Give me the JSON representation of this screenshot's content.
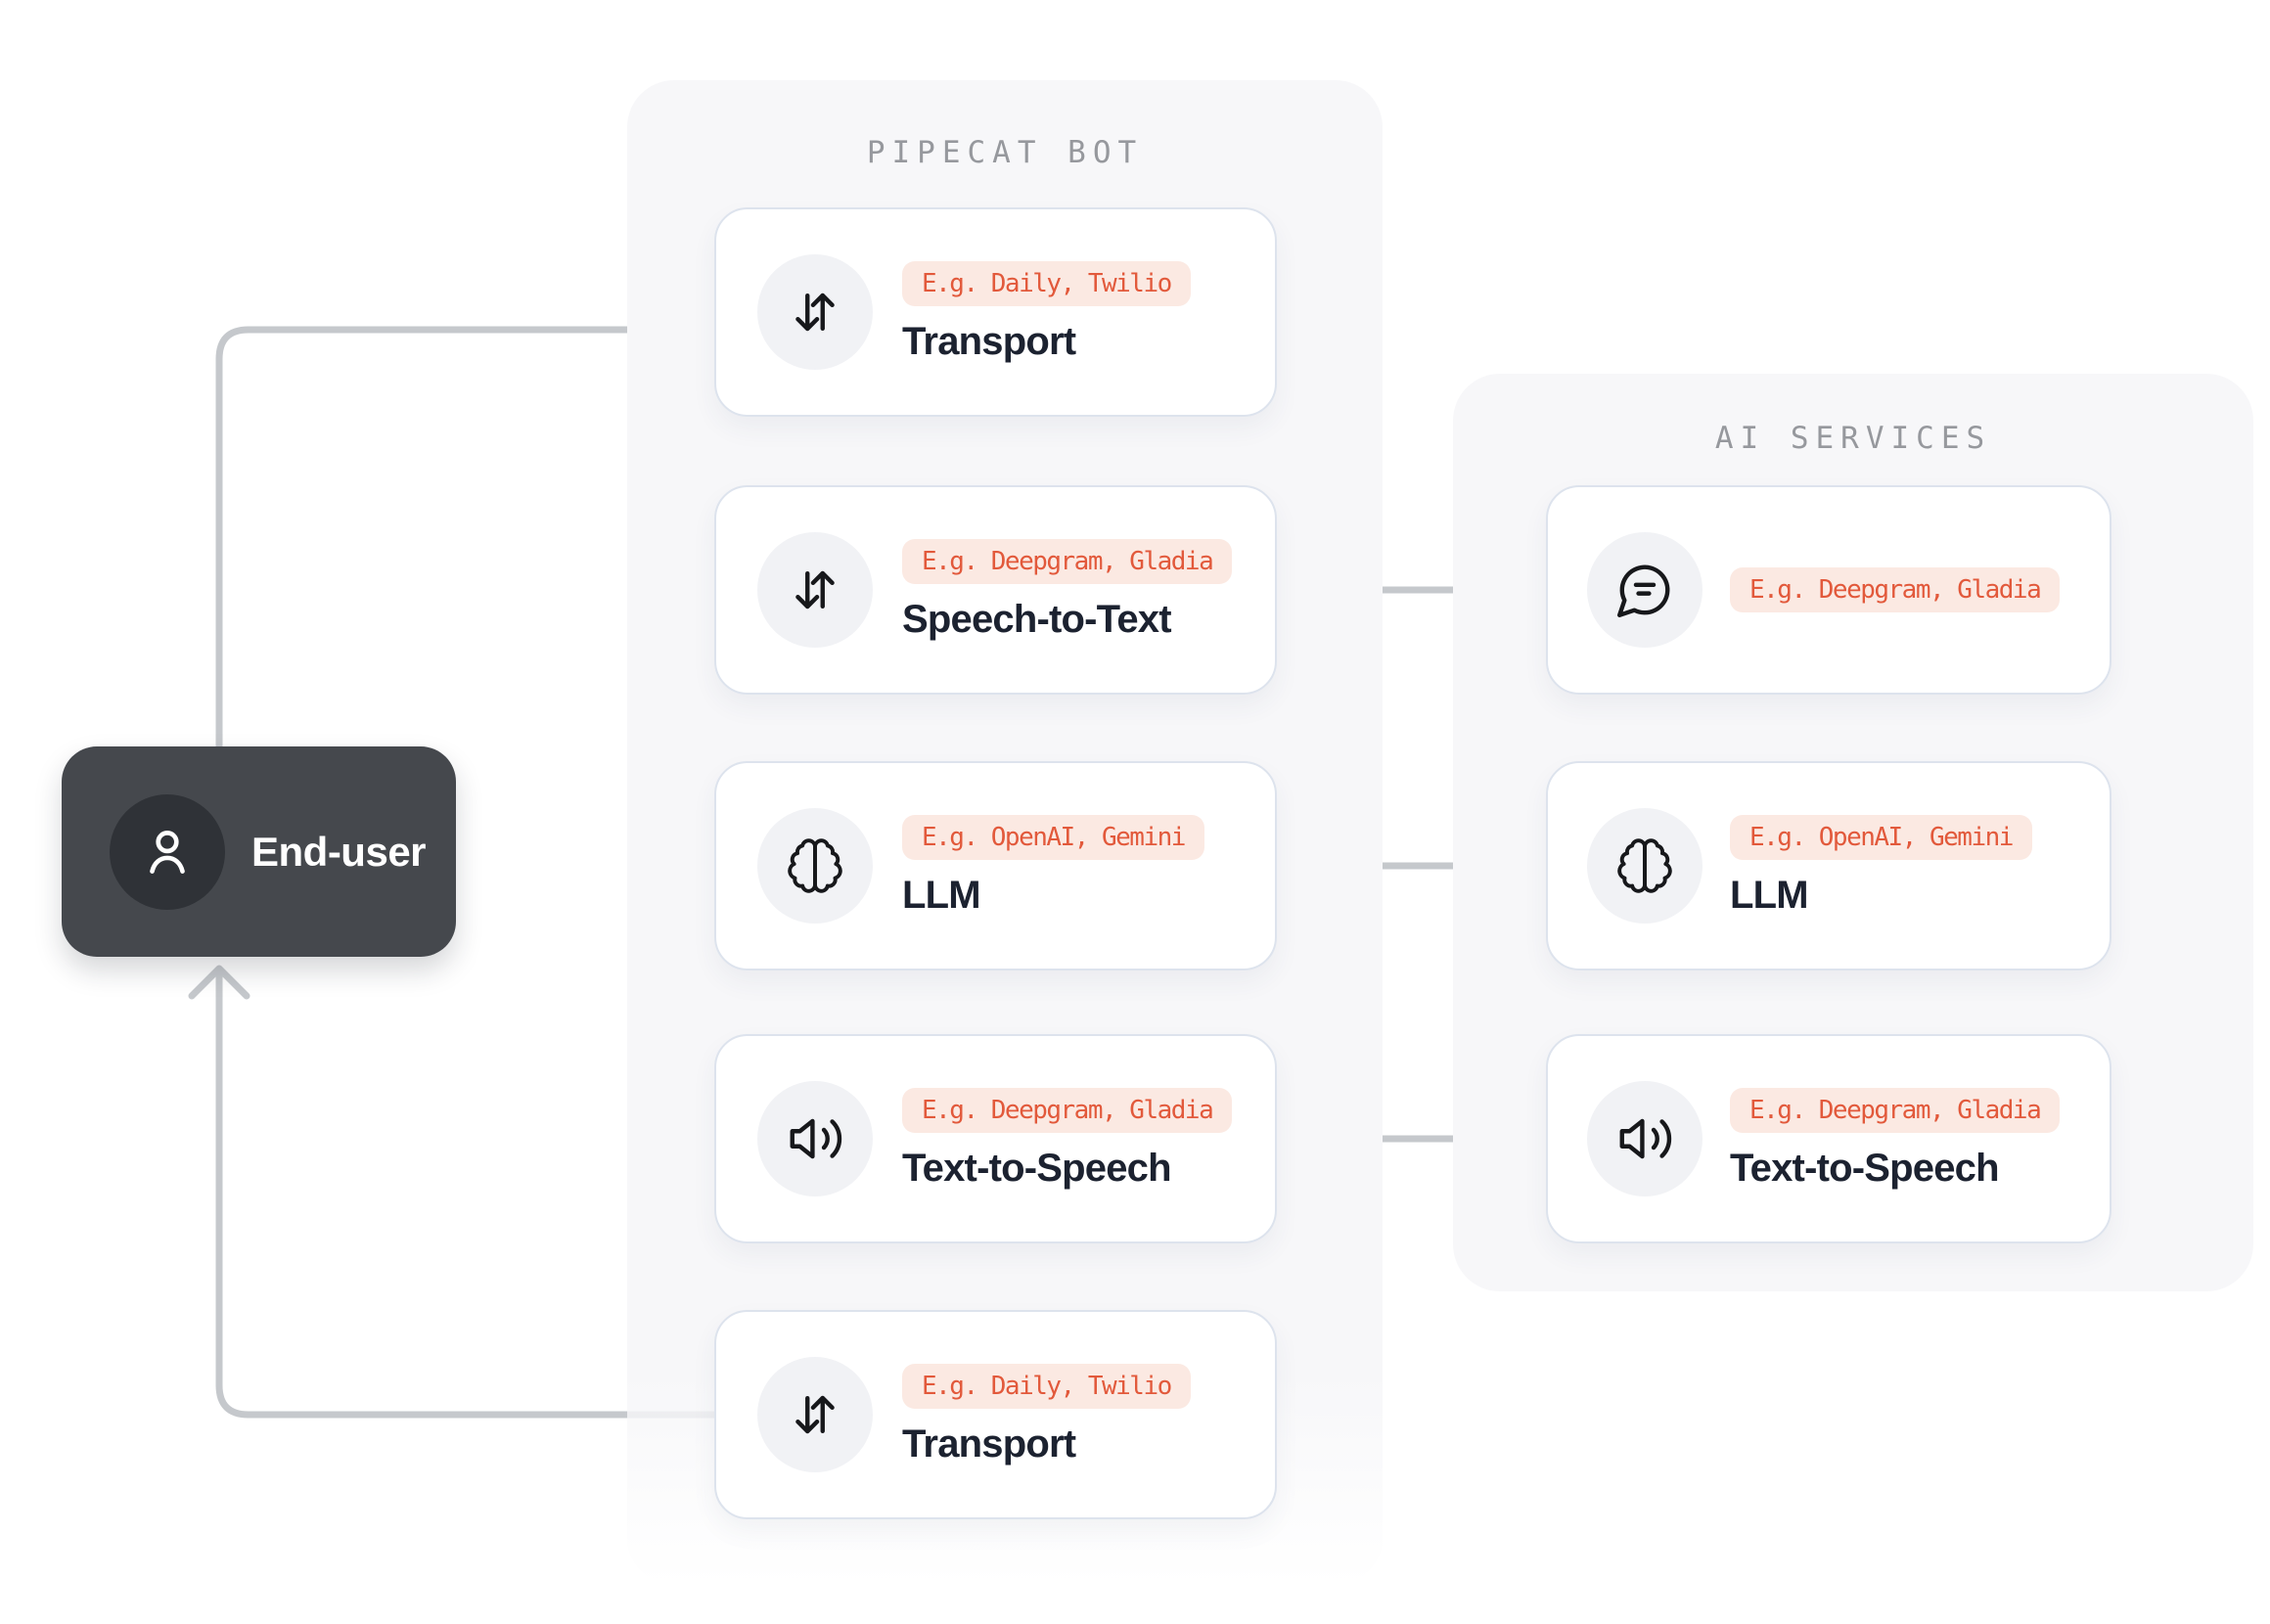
{
  "end_user": {
    "label": "End-user",
    "icon": "person-icon"
  },
  "pipecat_panel": {
    "title": "PIPECAT BOT",
    "cards": [
      {
        "icon": "updown-arrows-icon",
        "badge": "E.g. Daily, Twilio",
        "title": "Transport"
      },
      {
        "icon": "updown-arrows-icon",
        "badge": "E.g. Deepgram, Gladia",
        "title": "Speech-to-Text"
      },
      {
        "icon": "brain-icon",
        "badge": "E.g. OpenAI, Gemini",
        "title": "LLM"
      },
      {
        "icon": "speaker-icon",
        "badge": "E.g. Deepgram, Gladia",
        "title": "Text-to-Speech"
      },
      {
        "icon": "updown-arrows-icon",
        "badge": "E.g. Daily, Twilio",
        "title": "Transport"
      }
    ]
  },
  "ai_services_panel": {
    "title": "AI SERVICES",
    "cards": [
      {
        "icon": "speech-bubble-icon",
        "badge": "E.g. Deepgram, Gladia",
        "title": ""
      },
      {
        "icon": "brain-icon",
        "badge": "E.g. OpenAI, Gemini",
        "title": "LLM"
      },
      {
        "icon": "speaker-icon",
        "badge": "E.g. Deepgram, Gladia",
        "title": "Text-to-Speech"
      }
    ]
  },
  "colors": {
    "accent_text": "#e2593b",
    "badge_background": "#fbe9e2",
    "card_border": "#dde3ed",
    "card_background": "#ffffff",
    "panel_background": "#f7f7f9",
    "panel_title_text": "#96989d",
    "card_title_text": "#1c2230",
    "arrow": "#c5c8cc",
    "end_user_background": "#45484d",
    "end_user_avatar_background": "#2f3237",
    "icon_circle_background": "#f1f2f5",
    "icon_stroke": "#17181b"
  }
}
